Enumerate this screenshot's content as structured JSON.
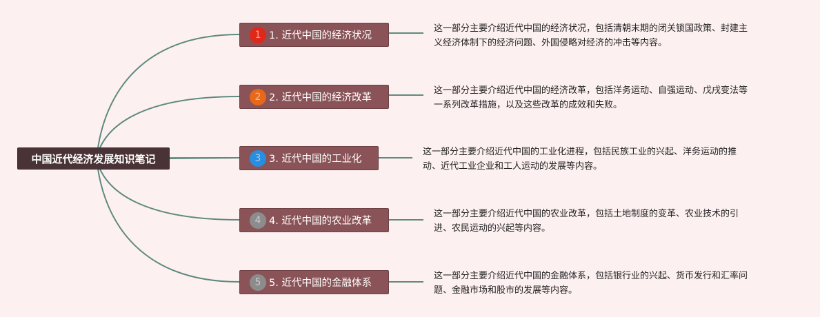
{
  "root": {
    "title": "中国近代经济发展知识笔记"
  },
  "colors": {
    "background": "#fdf0f1",
    "root_fill": "#4a3336",
    "branch_fill": "#8a5357",
    "connector": "#5e8a7e"
  },
  "branches": [
    {
      "number": "1",
      "label": "1. 近代中国的经济状况",
      "badge_color": "#e0281a",
      "description_lines": [
        "这一部分主要介绍近代中国的经济状况，包括清朝末期的闭关锁国政策、封建主",
        "义经济体制下的经济问题、外国侵略对经济的冲击等内容。"
      ]
    },
    {
      "number": "2",
      "label": "2. 近代中国的经济改革",
      "badge_color": "#e8681a",
      "description_lines": [
        "这一部分主要介绍近代中国的经济改革，包括洋务运动、自强运动、戊戌变法等",
        "一系列改革措施，以及这些改革的成效和失败。"
      ]
    },
    {
      "number": "3",
      "label": "3. 近代中国的工业化",
      "badge_color": "#2a8ee0",
      "description_lines": [
        "这一部分主要介绍近代中国的工业化进程，包括民族工业的兴起、洋务运动的推",
        "动、近代工业企业和工人运动的发展等内容。"
      ]
    },
    {
      "number": "4",
      "label": "4. 近代中国的农业改革",
      "badge_color": "#8c8c8c",
      "description_lines": [
        "这一部分主要介绍近代中国的农业改革，包括土地制度的变革、农业技术的引",
        "进、农民运动的兴起等内容。"
      ]
    },
    {
      "number": "5",
      "label": "5. 近代中国的金融体系",
      "badge_color": "#8c8c8c",
      "description_lines": [
        "这一部分主要介绍近代中国的金融体系，包括银行业的兴起、货币发行和汇率问",
        "题、金融市场和股市的发展等内容。"
      ]
    }
  ]
}
